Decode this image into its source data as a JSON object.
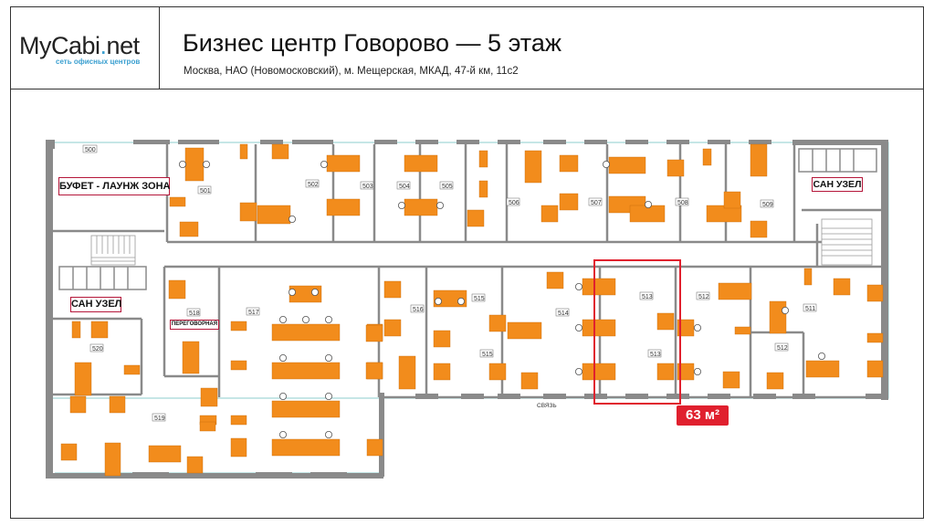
{
  "header": {
    "logo": {
      "text_before_dot": "MyCabi",
      "dot": ".",
      "text_after_dot": "net",
      "tagline": "сеть офисных центров"
    },
    "title": "Бизнес центр Говорово — 5 этаж",
    "address": "Москва, НАО (Новомосковский), м. Мещерская, МКАД, 47-й км, 11с2"
  },
  "plan": {
    "labels": {
      "buffet": "БУФЕТ - ЛАУНЖ ЗОНА",
      "wc_left": "САН УЗЕЛ",
      "wc_right": "САН УЗЕЛ",
      "meeting": "ПЕРЕГОВОРНАЯ",
      "svyaz": "СВЯЗЬ"
    },
    "rooms": [
      "500",
      "501",
      "502",
      "503",
      "504",
      "505",
      "506",
      "507",
      "508",
      "509",
      "511",
      "512",
      "512",
      "513",
      "513",
      "514",
      "515",
      "515",
      "516",
      "517",
      "518",
      "519",
      "520"
    ],
    "highlight": {
      "room": "513",
      "area": "63 м²",
      "color": "#e0202e"
    },
    "colors": {
      "desk": "#f28c1c",
      "wall": "#8a8a8a",
      "window": "#9fd6d6"
    }
  }
}
